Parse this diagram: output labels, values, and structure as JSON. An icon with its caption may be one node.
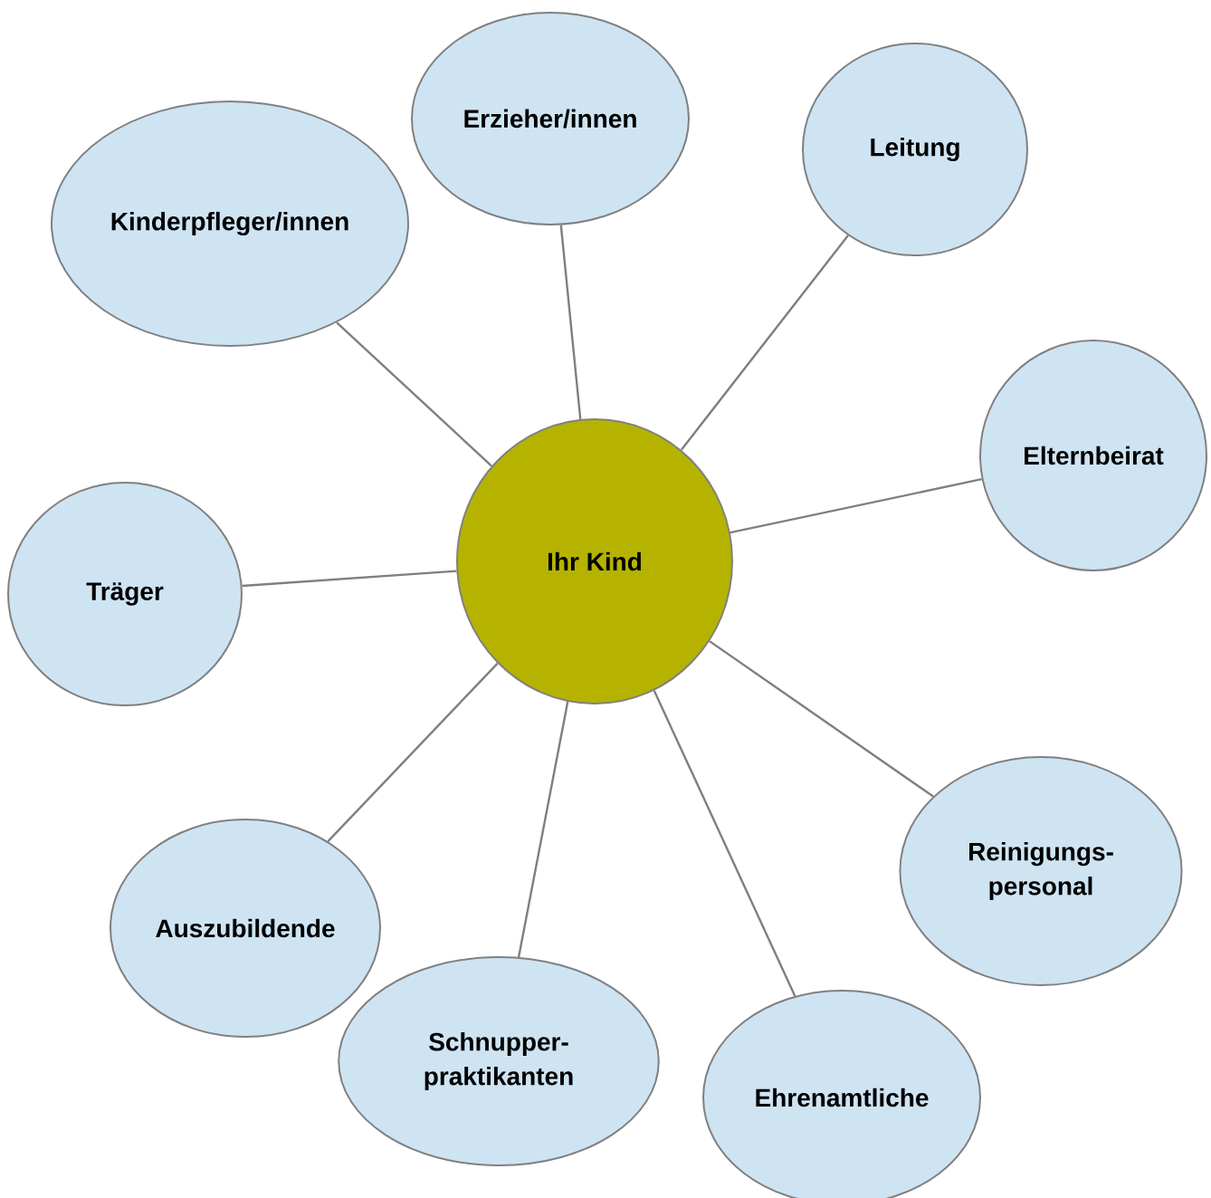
{
  "diagram": {
    "nodes": [
      {
        "text": [
          "Ihr Kind"
        ]
      },
      {
        "text": [
          "Erzieher/innen"
        ]
      },
      {
        "text": [
          "Leitung"
        ]
      },
      {
        "text": [
          "Elternbeirat"
        ]
      },
      {
        "text": [
          "Reinigungs- personal"
        ]
      },
      {
        "text": [
          "Ehrenamtliche"
        ]
      },
      {
        "text": [
          "Schnupper- praktikanten"
        ]
      },
      {
        "text": [
          "Auszubildende"
        ]
      },
      {
        "text": [
          "Träger"
        ]
      },
      {
        "text": [
          "Kinderpfleger/innen"
        ]
      }
    ],
    "edges": [
      {
        "from": 0,
        "to": 1,
        "arrow": "none"
      },
      {
        "from": 0,
        "to": 2,
        "arrow": "none"
      },
      {
        "from": 0,
        "to": 3,
        "arrow": "none"
      },
      {
        "from": 0,
        "to": 4,
        "arrow": "none"
      },
      {
        "from": 0,
        "to": 5,
        "arrow": "none"
      },
      {
        "from": 0,
        "to": 6,
        "arrow": "none"
      },
      {
        "from": 0,
        "to": 7,
        "arrow": "none"
      },
      {
        "from": 0,
        "to": 8,
        "arrow": "none"
      },
      {
        "from": 0,
        "to": 9,
        "arrow": "none"
      }
    ]
  }
}
